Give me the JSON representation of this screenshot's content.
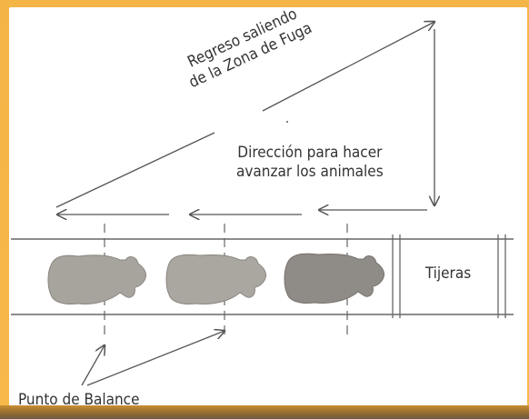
{
  "labels": {
    "return_line1": "Regreso saliendo",
    "return_line2": "de la Zona de Fuga",
    "direction_line1": "Dirección para hacer",
    "direction_line2": "avanzar los animales",
    "gate": "Tijeras",
    "balance_point": "Punto de Balance"
  },
  "animals": [
    {
      "shade": "#a7a39d"
    },
    {
      "shade": "#aaa6a0"
    },
    {
      "shade": "#8f8b86"
    }
  ],
  "colors": {
    "frame": "#f4b547",
    "panel": "#ffffff",
    "line": "#555555",
    "text": "#333333"
  }
}
